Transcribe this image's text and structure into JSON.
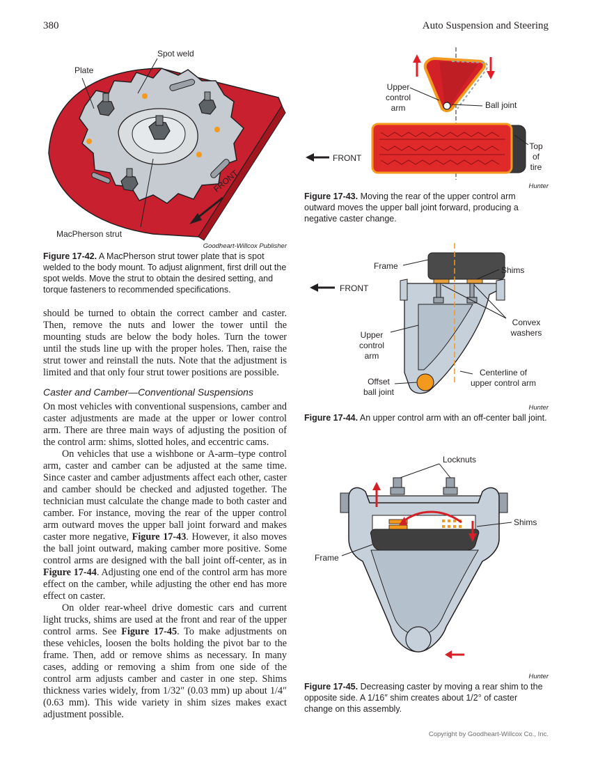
{
  "header": {
    "page_number": "380",
    "book_title": "Auto Suspension and Steering"
  },
  "fig42": {
    "labels": {
      "plate": "Plate",
      "spot_weld": "Spot weld",
      "front": "FRONT",
      "macpherson": "MacPherson strut"
    },
    "credit": "Goodheart-Willcox Publisher",
    "caption_bold": "Figure 17-42.",
    "caption_text": "A MacPherson strut tower plate that is spot welded to the body mount. To adjust alignment, first drill out the spot welds. Move the strut to obtain the desired setting, and torque fasteners to recommended specifications."
  },
  "fig43": {
    "labels": {
      "upper": "Upper",
      "control": "control",
      "arm": "arm",
      "ball_joint": "Ball joint",
      "front": "FRONT",
      "top": "Top",
      "of": "of",
      "tire": "tire"
    },
    "credit": "Hunter",
    "caption_bold": "Figure 17-43.",
    "caption_text": "Moving the rear of the upper control arm outward moves the upper ball joint forward, producing a negative caster change."
  },
  "fig44": {
    "labels": {
      "frame": "Frame",
      "shims": "Shims",
      "front": "FRONT",
      "convex": "Convex",
      "washers": "washers",
      "upper": "Upper",
      "control": "control",
      "arm": "arm",
      "centerline1": "Centerline of",
      "centerline2": "upper control arm",
      "offset": "Offset",
      "ball_joint": "ball joint"
    },
    "credit": "Hunter",
    "caption_bold": "Figure 17-44.",
    "caption_text": "An upper control arm with an off-center ball joint."
  },
  "fig45": {
    "labels": {
      "locknuts": "Locknuts",
      "shims": "Shims",
      "frame": "Frame"
    },
    "credit": "Hunter",
    "caption_bold": "Figure 17-45.",
    "caption_text": "Decreasing caster by moving a rear shim to the opposite side. A 1/16″ shim creates about 1/2° of caster change on this assembly."
  },
  "body": {
    "para1": "should be turned to obtain the correct camber and caster. Then, remove the nuts and lower the tower until the mounting studs are below the body holes. Turn the tower until the studs line up with the proper holes. Then, raise the strut tower and reinstall the nuts. Note that the adjustment is limited and that only four strut tower positions are possible.",
    "subheading": "Caster and Camber—Conventional Suspensions",
    "para2": "On most vehicles with conventional suspensions, camber and caster adjustments are made at the upper or lower control arm. There are three main ways of adjusting the position of the control arm: shims, slotted holes, and eccentric cams.",
    "para3a": "On vehicles that use a wishbone or A-arm–type control arm, caster and camber can be adjusted at the same time. Since caster and camber adjustments affect each other, caster and camber should be checked and adjusted together. The technician must calculate the change made to both caster and camber. For instance, moving the rear of the upper control arm outward moves the upper ball joint forward and makes caster more negative,",
    "para3_ref1": "Figure 17-43",
    "para3b": ". However, it also moves the ball joint outward, making camber more positive. Some control arms are designed with the ball joint off-center, as in",
    "para3_ref2": "Figure 17-44",
    "para3c": ". Adjusting one end of the control arm has more effect on the camber, while adjusting the other end has more effect on caster.",
    "para4a": "On older rear-wheel drive domestic cars and current light trucks, shims are used at the front and rear of the upper control arms. See",
    "para4_ref": "Figure 17-45",
    "para4b": ". To make adjustments on these vehicles, loosen the bolts holding the pivot bar to the frame. Then, add or remove shims as necessary. In many cases, adding or removing a shim from one side of the control arm adjusts camber and caster in one step. Shims thickness varies widely, from 1/32″ (0.03 mm) up about 1/4″ (0.63 mm). This wide variety in shim sizes makes exact adjustment possible."
  },
  "footer": {
    "copyright": "Copyright by Goodheart-Willcox Co., Inc."
  },
  "colors": {
    "red": "#c8202e",
    "steel": "#c5d0da",
    "orange": "#f39a1e",
    "dark": "#231f20"
  }
}
